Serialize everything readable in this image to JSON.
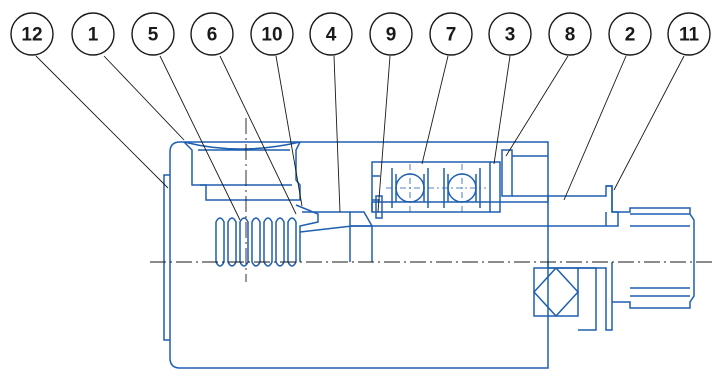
{
  "callouts": [
    {
      "label": "12"
    },
    {
      "label": "1"
    },
    {
      "label": "5"
    },
    {
      "label": "6"
    },
    {
      "label": "10"
    },
    {
      "label": "4"
    },
    {
      "label": "9"
    },
    {
      "label": "7"
    },
    {
      "label": "3"
    },
    {
      "label": "8"
    },
    {
      "label": "2"
    },
    {
      "label": "11"
    }
  ],
  "colors": {
    "outline": "#1f5fb0",
    "callout": "#1a1a1a",
    "background": "#ffffff"
  }
}
